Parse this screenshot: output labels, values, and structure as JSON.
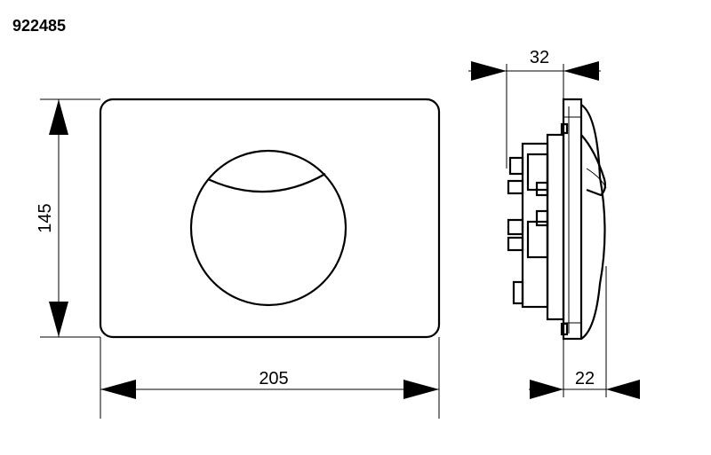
{
  "drawing": {
    "article_number": "922485",
    "front_view": {
      "height_label": "145",
      "width_label": "205"
    },
    "side_view": {
      "depth_label": "32",
      "projection_label": "22"
    }
  }
}
